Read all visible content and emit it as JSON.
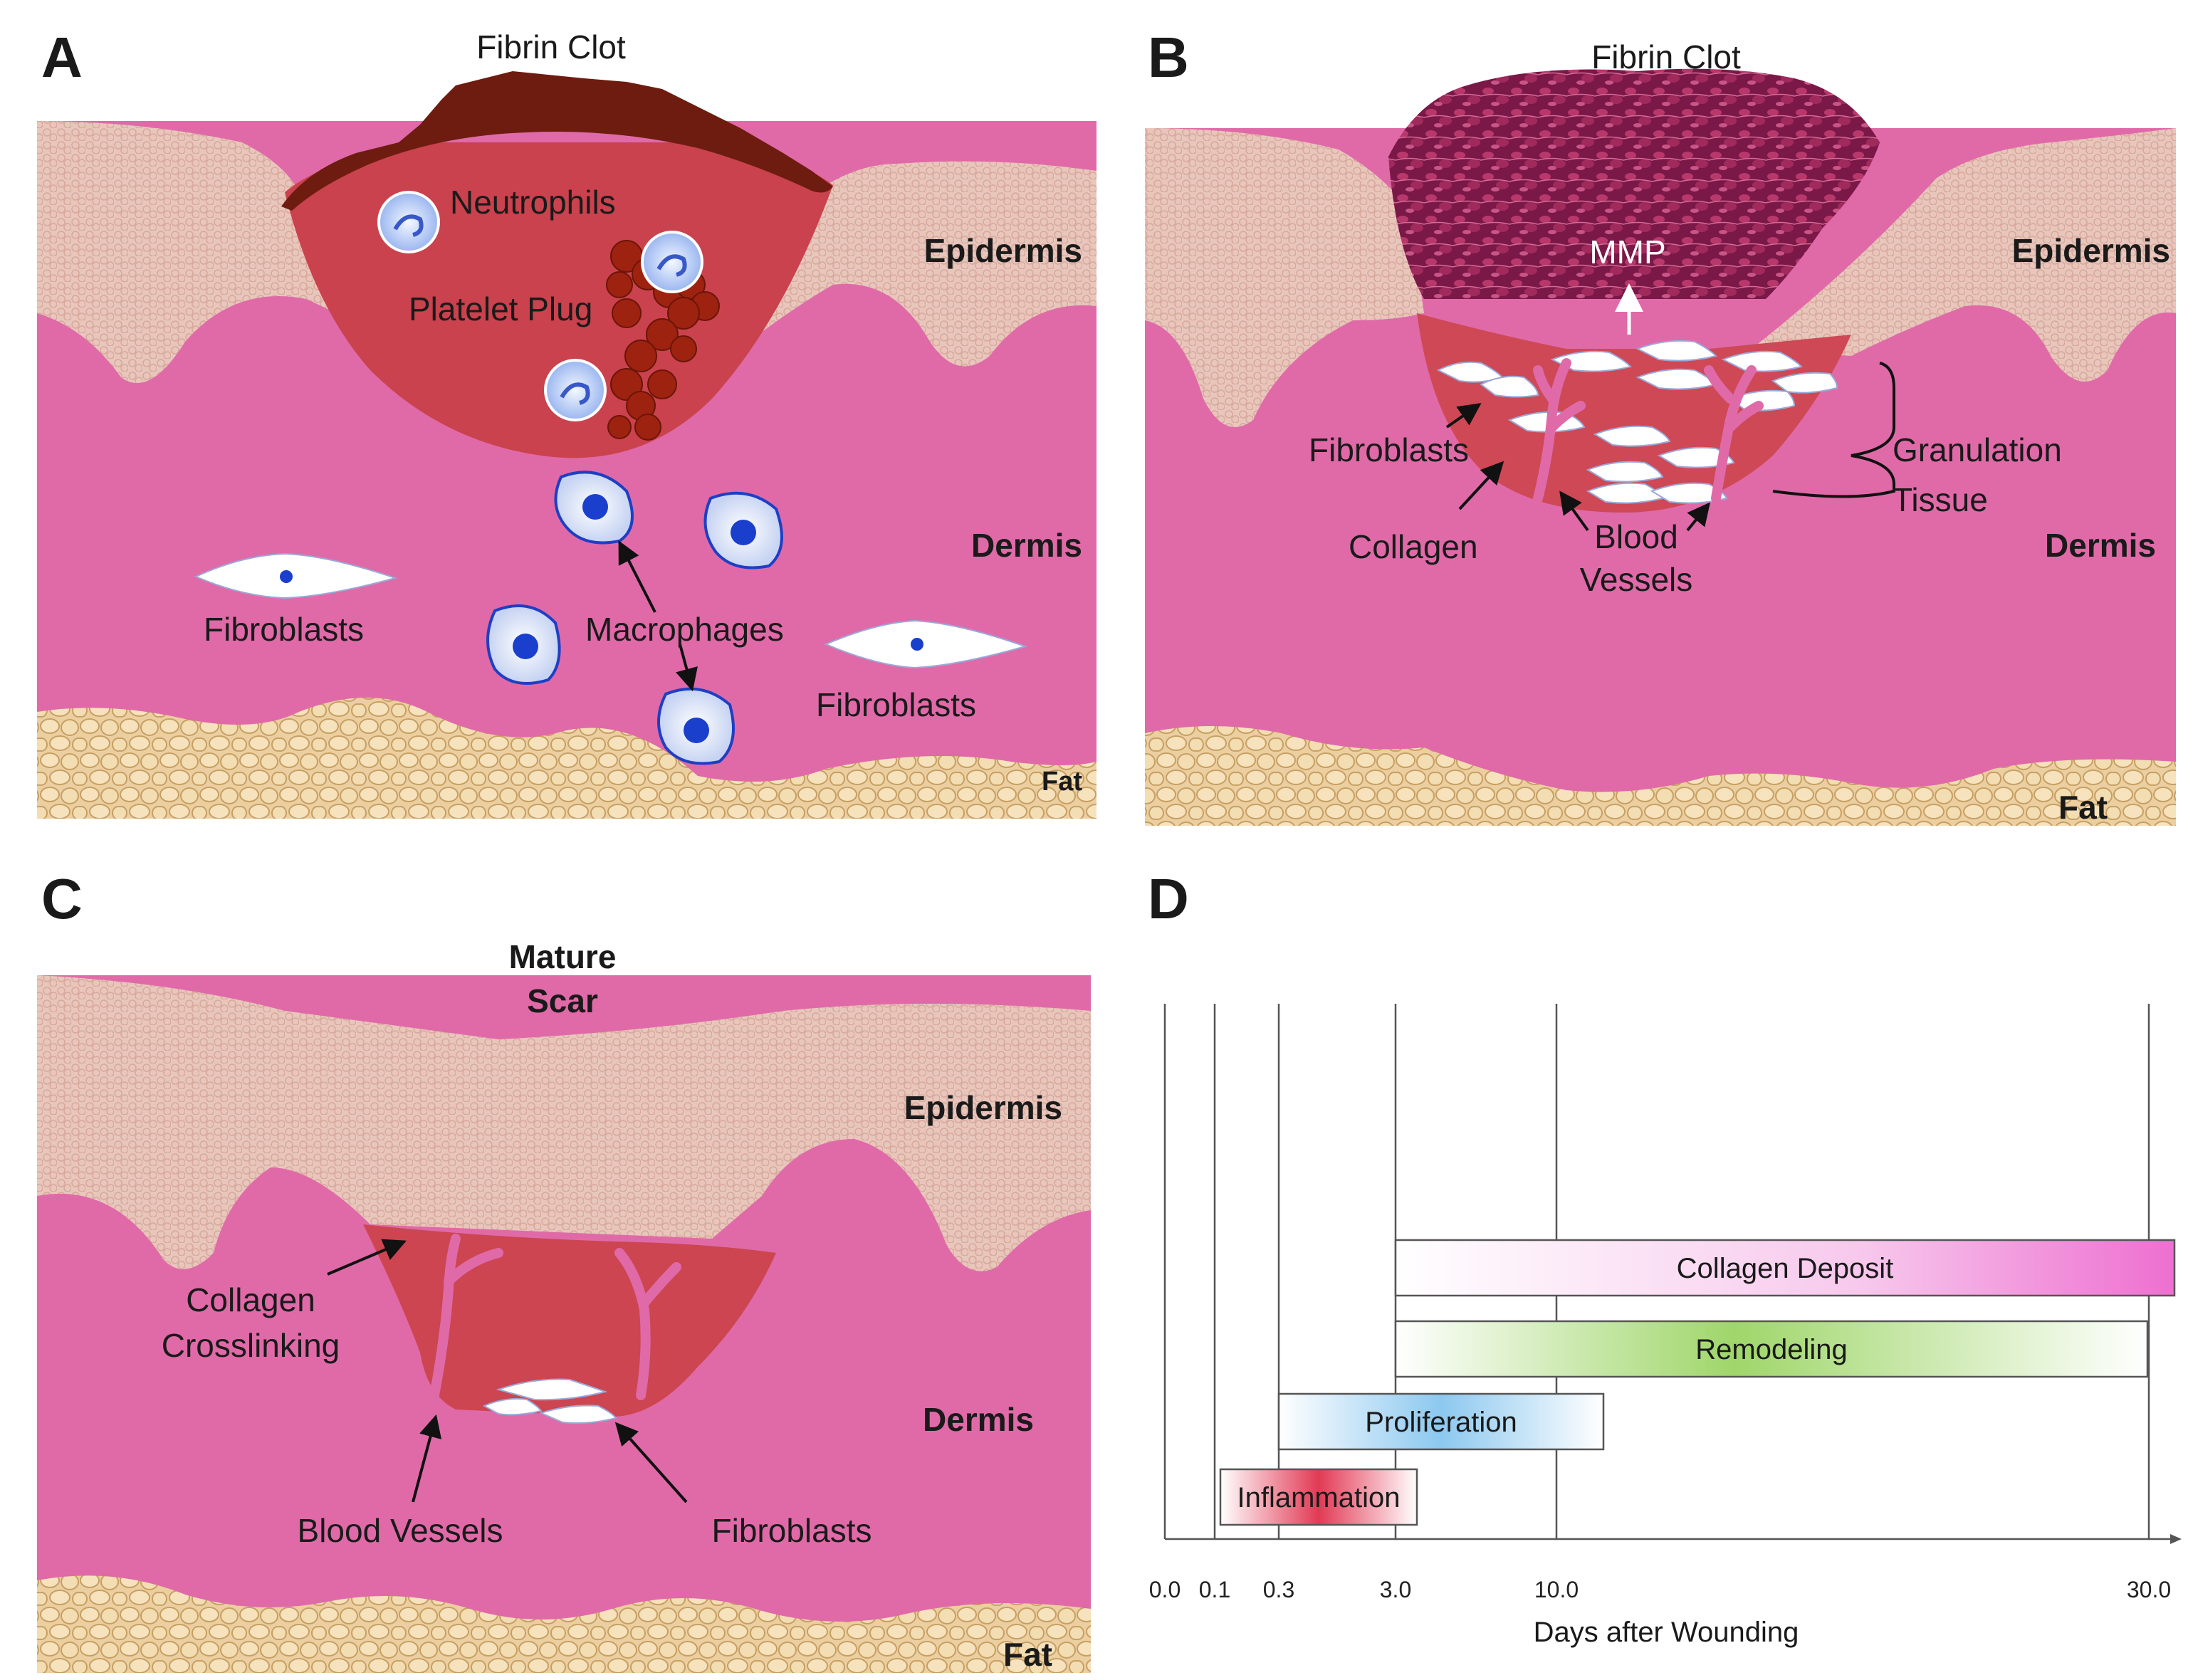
{
  "panels": {
    "a": {
      "letter": "A",
      "labels": {
        "fibrin_clot": "Fibrin Clot",
        "neutrophils": "Neutrophils",
        "platelet_plug": "Platelet Plug",
        "epidermis": "Epidermis",
        "dermis": "Dermis",
        "fibroblasts_left": "Fibroblasts",
        "fibroblasts_right": "Fibroblasts",
        "macrophages": "Macrophages",
        "fat": "Fat"
      }
    },
    "b": {
      "letter": "B",
      "labels": {
        "fibrin_clot": "Fibrin Clot",
        "mmp": "MMP",
        "epidermis": "Epidermis",
        "fibroblasts": "Fibroblasts",
        "collagen": "Collagen",
        "blood": "Blood",
        "vessels": "Vessels",
        "granulation": "Granulation",
        "tissue": "Tissue",
        "dermis": "Dermis",
        "fat": "Fat"
      }
    },
    "c": {
      "letter": "C",
      "labels": {
        "mature": "Mature",
        "scar": "Scar",
        "epidermis": "Epidermis",
        "collagen": "Collagen",
        "crosslinking": "Crosslinking",
        "dermis": "Dermis",
        "blood_vessels": "Blood Vessels",
        "fibroblasts": "Fibroblasts",
        "fat": "Fat"
      }
    },
    "d": {
      "letter": "D",
      "xlabel": "Days after Wounding",
      "ticks": [
        "0.0",
        "0.1",
        "0.3",
        "3.0",
        "10.0",
        "30.0"
      ],
      "phases": [
        {
          "name": "Collagen Deposit",
          "start": 3.0,
          "end": 30.0,
          "color": "#ee6fd0"
        },
        {
          "name": "Remodeling",
          "start": 3.0,
          "end": 30.0,
          "color": "#9fd66a"
        },
        {
          "name": "Proliferation",
          "start": 0.3,
          "end": 10.0,
          "color": "#6fb8ea"
        },
        {
          "name": "Inflammation",
          "start": 0.1,
          "end": 3.0,
          "color": "#e23a55"
        }
      ]
    }
  }
}
